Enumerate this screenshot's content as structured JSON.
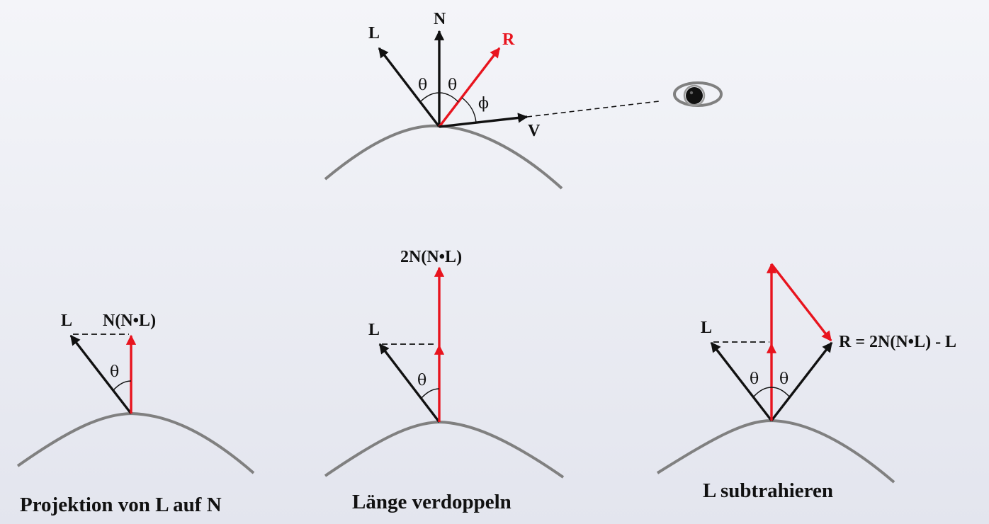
{
  "colors": {
    "black": "#111111",
    "red": "#e8141e",
    "surface": "#808080"
  },
  "top": {
    "label_l": "L",
    "label_n": "N",
    "label_r": "R",
    "label_v": "V",
    "theta_left": "θ",
    "theta_right": "θ",
    "phi": "ϕ",
    "icon": "eye-icon"
  },
  "panels": [
    {
      "caption": "Projektion von L auf N",
      "label_l": "L",
      "label_proj": "N(N•L)",
      "theta": "θ"
    },
    {
      "caption": "Länge verdoppeln",
      "label_l": "L",
      "label_double": "2N(N•L)",
      "theta": "θ"
    },
    {
      "caption": "L subtrahieren",
      "label_l": "L",
      "label_result": "R = 2N(N•L) - L",
      "theta_left": "θ",
      "theta_right": "θ"
    }
  ]
}
